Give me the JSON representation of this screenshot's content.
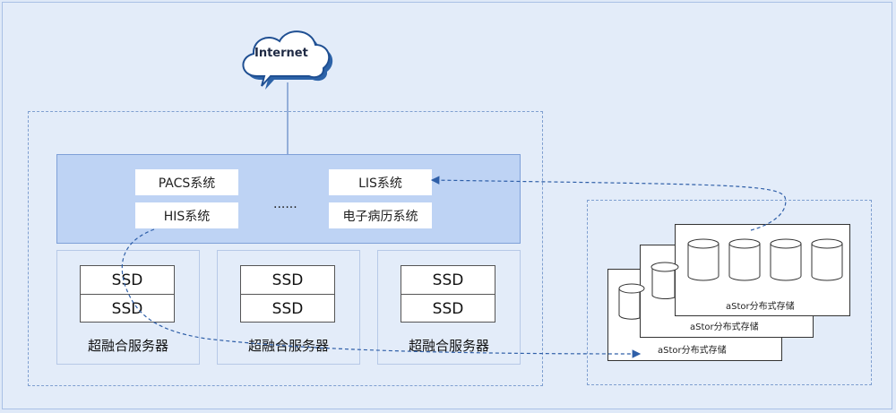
{
  "internet": {
    "label": "Internet"
  },
  "systems": {
    "pacs": "PACS系统",
    "lis": "LIS系统",
    "his": "HIS系统",
    "emr": "电子病历系统",
    "ellipsis": "......"
  },
  "servers": [
    {
      "ssd_top": "SSD",
      "ssd_bottom": "SSD",
      "label": "超融合服务器"
    },
    {
      "ssd_top": "SSD",
      "ssd_bottom": "SSD",
      "label": "超融合服务器"
    },
    {
      "ssd_top": "SSD",
      "ssd_bottom": "SSD",
      "label": "超融合服务器"
    }
  ],
  "storage": [
    {
      "label": "aStor分布式存储"
    },
    {
      "label": "aStor分布式存储"
    },
    {
      "label": "aStor分布式存储"
    }
  ],
  "colors": {
    "background": "#e3ecf9",
    "panel": "#bed3f4",
    "accent": "#2f5fa8"
  }
}
